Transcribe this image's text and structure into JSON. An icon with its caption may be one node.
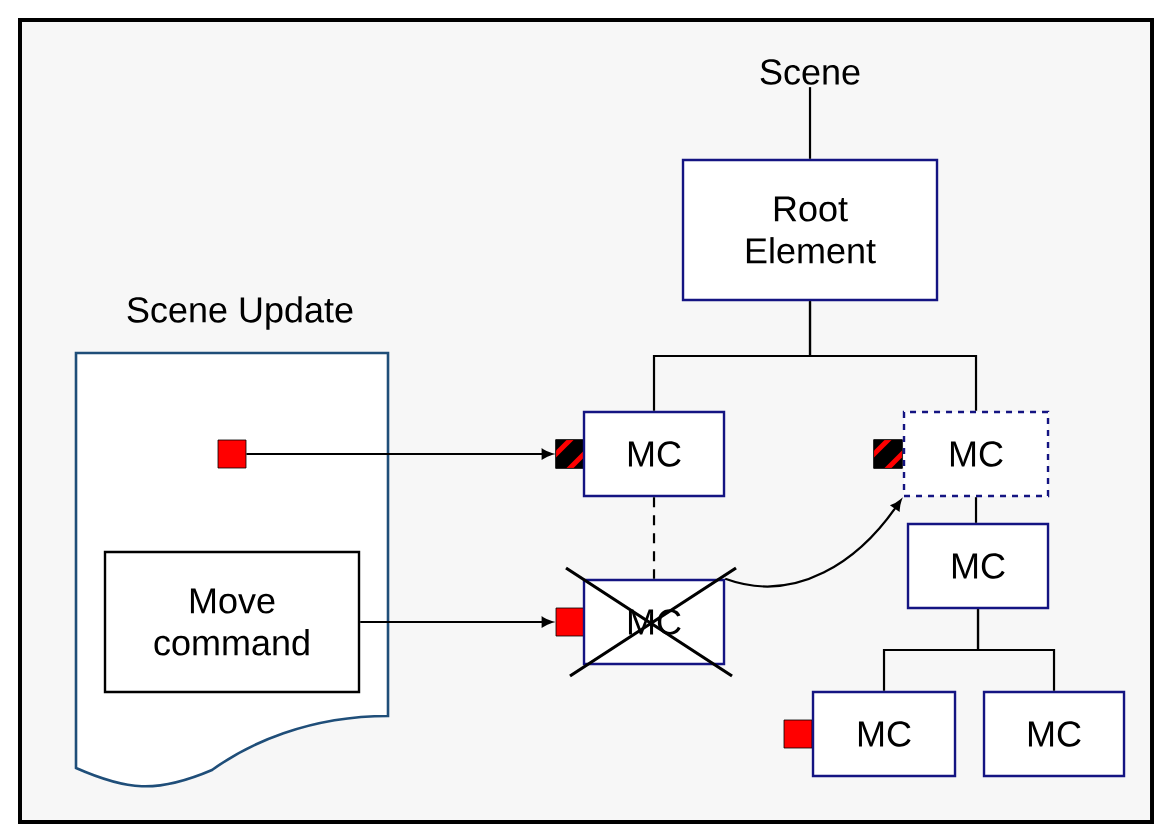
{
  "diagram": {
    "nodes": [
      {
        "text": [
          "Scene"
        ]
      },
      {
        "text": [
          "Root Element"
        ]
      },
      {
        "text": [
          "Scene Update"
        ]
      },
      {
        "text": [],
        "shape": "box",
        "in": 2
      },
      {
        "text": [],
        "shape": "box"
      },
      {
        "text": [
          "MC"
        ]
      },
      {
        "text": [],
        "shape": "box"
      },
      {
        "text": [
          "MC"
        ]
      },
      {
        "text": [
          "Move command"
        ],
        "in": 2
      },
      {
        "text": [],
        "shape": "box"
      },
      {
        "text": [
          "MC"
        ]
      },
      {
        "text": [
          "MC"
        ]
      },
      {
        "text": [],
        "shape": "box"
      },
      {
        "text": [
          "MC"
        ]
      },
      {
        "text": [
          "MC"
        ]
      }
    ],
    "edges": [
      {
        "from": 0,
        "to": 1,
        "arrow": "none"
      },
      {
        "from": 1,
        "to": 5,
        "arrow": "none"
      },
      {
        "from": 1,
        "to": 7,
        "arrow": "none"
      },
      {
        "from": 3,
        "to": 4,
        "arrow": "to"
      },
      {
        "from": 5,
        "to": 10,
        "arrow": "none",
        "style": "dashed"
      },
      {
        "from": 10,
        "to": 7,
        "arrow": "to"
      },
      {
        "from": 8,
        "to": 9,
        "arrow": "to"
      },
      {
        "from": 7,
        "to": 11,
        "arrow": "none"
      },
      {
        "from": 11,
        "to": 13,
        "arrow": "none"
      },
      {
        "from": 11,
        "to": 14,
        "arrow": "none"
      }
    ]
  }
}
